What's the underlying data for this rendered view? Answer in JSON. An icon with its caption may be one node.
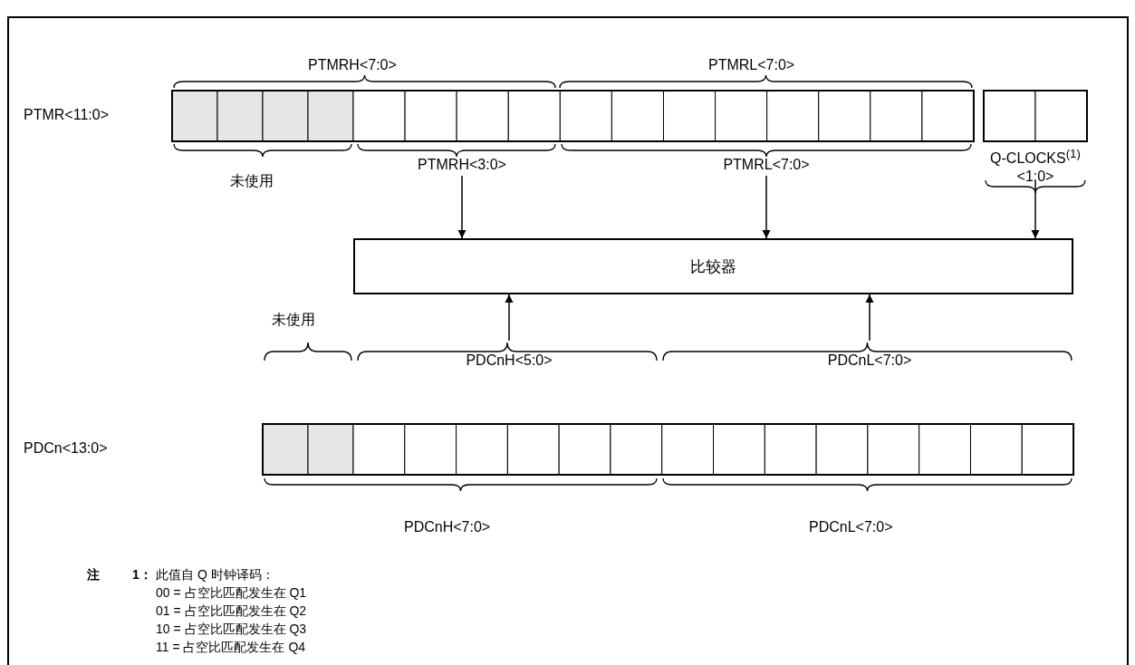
{
  "diagram": {
    "nodes": [
      {
        "text": [
          "比较器"
        ]
      },
      {
        "text": [
          "PTMRH<3:0>"
        ]
      },
      {
        "text": [
          "PTMRL<7:0>"
        ]
      },
      {
        "text": [
          "Q-CLOCKS$^{(1)}$ <1:0>"
        ]
      },
      {
        "text": [
          "PDCnH<5:0>"
        ]
      },
      {
        "text": [
          "PDCnL<7:0>"
        ]
      }
    ],
    "edges": [
      {
        "from": 1,
        "to": 0,
        "arrow": "to"
      },
      {
        "from": 2,
        "to": 0,
        "arrow": "to"
      },
      {
        "from": 3,
        "to": 0,
        "arrow": "to"
      },
      {
        "from": 4,
        "to": 0,
        "arrow": "to"
      },
      {
        "from": 5,
        "to": 0,
        "arrow": "to"
      }
    ],
    "labels": [
      "PTMRH<7:0>",
      "PTMRL<7:0>",
      "PTMR<11:0>",
      "未使用",
      "未使用",
      "PDCn<13:0>",
      "PDCnH<7:0>",
      "PDCnL<7:0>",
      "注",
      "1：",
      "此值自 Q 时钟译码：",
      "00 = 占空比匹配发生在 Q1",
      "01 = 占空比匹配发生在 Q2",
      "10 = 占空比匹配发生在 Q3",
      "11 = 占空比匹配发生在 Q4"
    ]
  }
}
